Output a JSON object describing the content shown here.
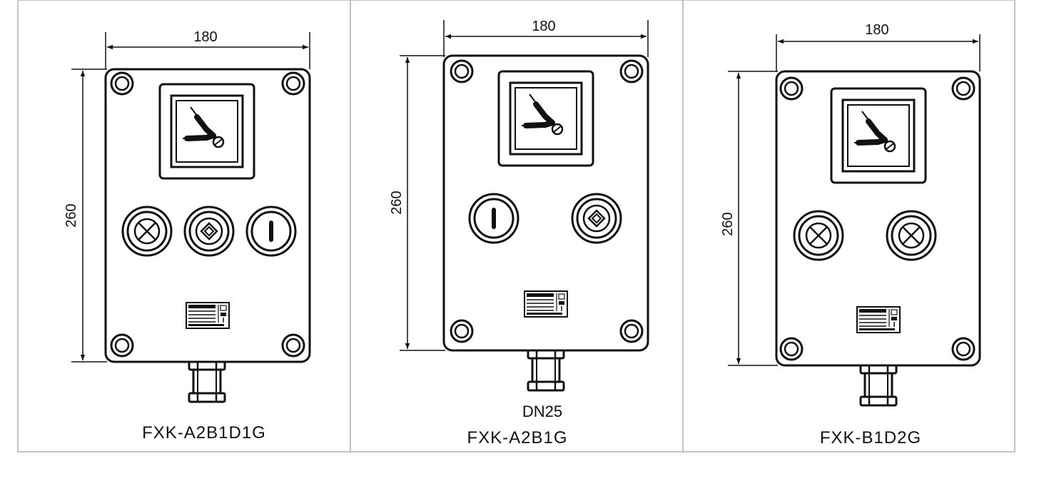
{
  "colors": {
    "line": "#111111",
    "frame": "#b0b0b0",
    "background": "#ffffff"
  },
  "panels": [
    {
      "model": "FXK-A2B1D1G",
      "width_dim": "180",
      "height_dim": "260",
      "components": [
        "breaker-window",
        "indicator-lamp",
        "selector-button",
        "push-button"
      ],
      "gland_label": ""
    },
    {
      "model": "FXK-A2B1G",
      "width_dim": "180",
      "height_dim": "260",
      "components": [
        "breaker-window",
        "push-button",
        "selector-button"
      ],
      "gland_label": "DN25"
    },
    {
      "model": "FXK-B1D2G",
      "width_dim": "180",
      "height_dim": "260",
      "components": [
        "breaker-window",
        "indicator-lamp",
        "indicator-lamp"
      ],
      "gland_label": ""
    }
  ]
}
